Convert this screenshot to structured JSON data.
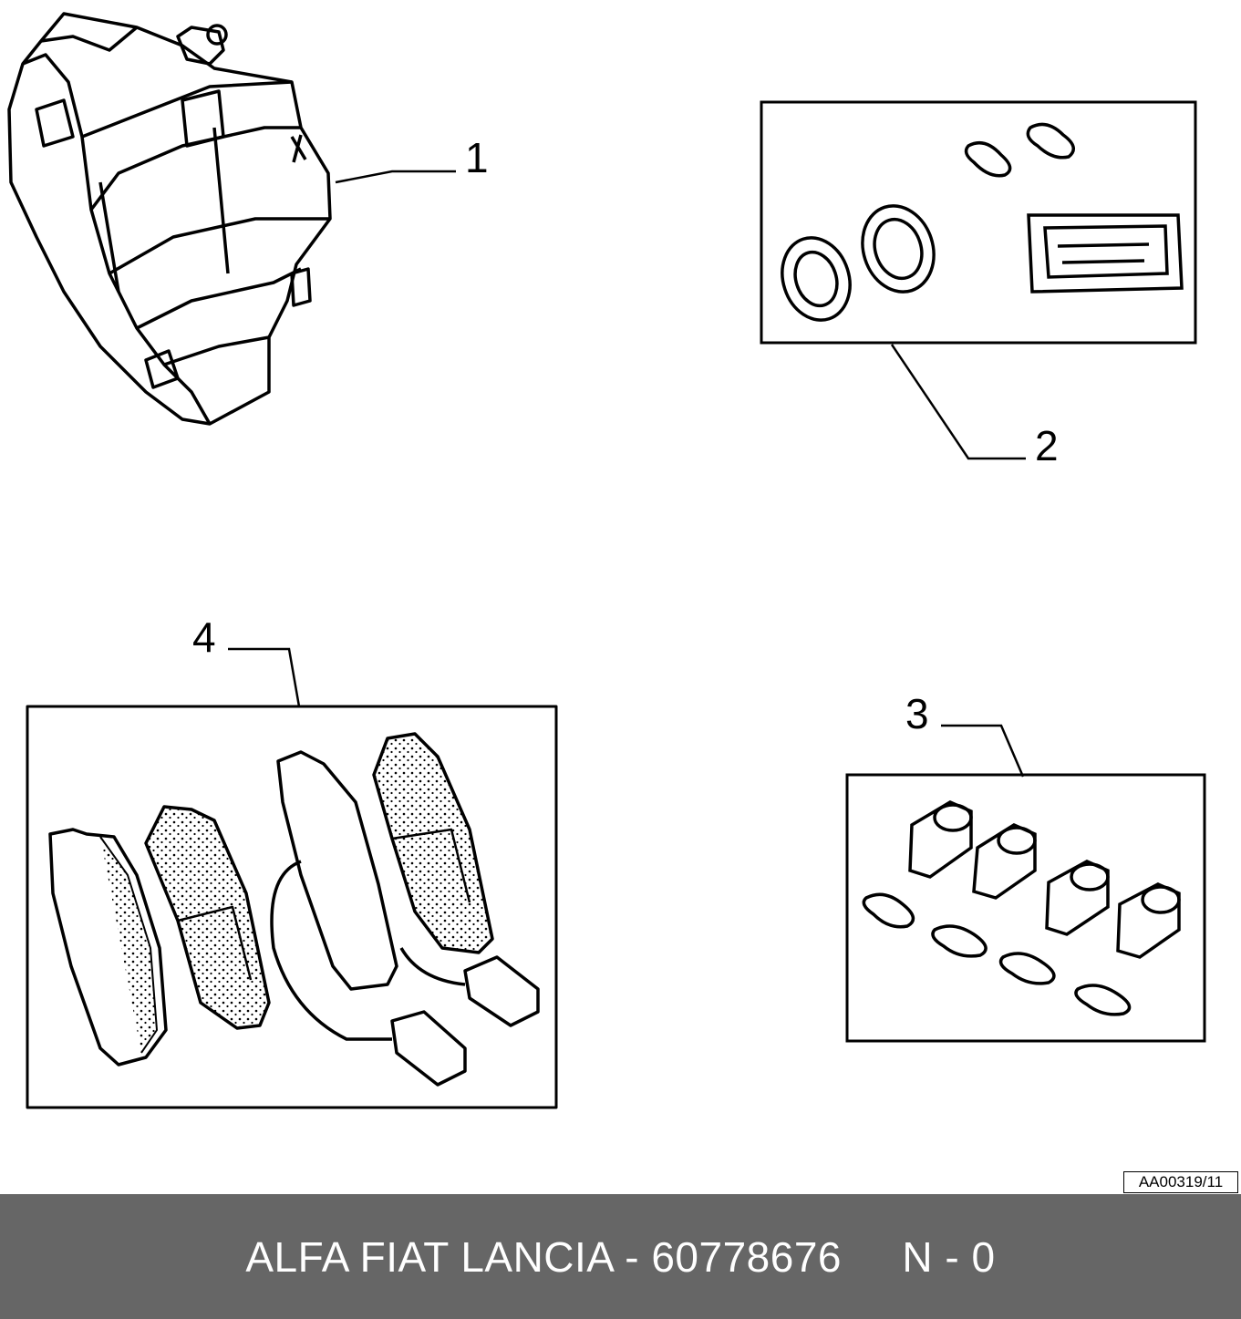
{
  "callouts": {
    "c1": "1",
    "c2": "2",
    "c3": "3",
    "c4": "4"
  },
  "reference_code": "AA00319/11",
  "footer": {
    "brand": "ALFA FIAT LANCIA",
    "separator": " - ",
    "part_number": "60778676",
    "gap": "     ",
    "revision": "N - 0"
  },
  "colors": {
    "footer_bg": "#666666",
    "footer_text": "#ffffff",
    "line": "#000000"
  }
}
